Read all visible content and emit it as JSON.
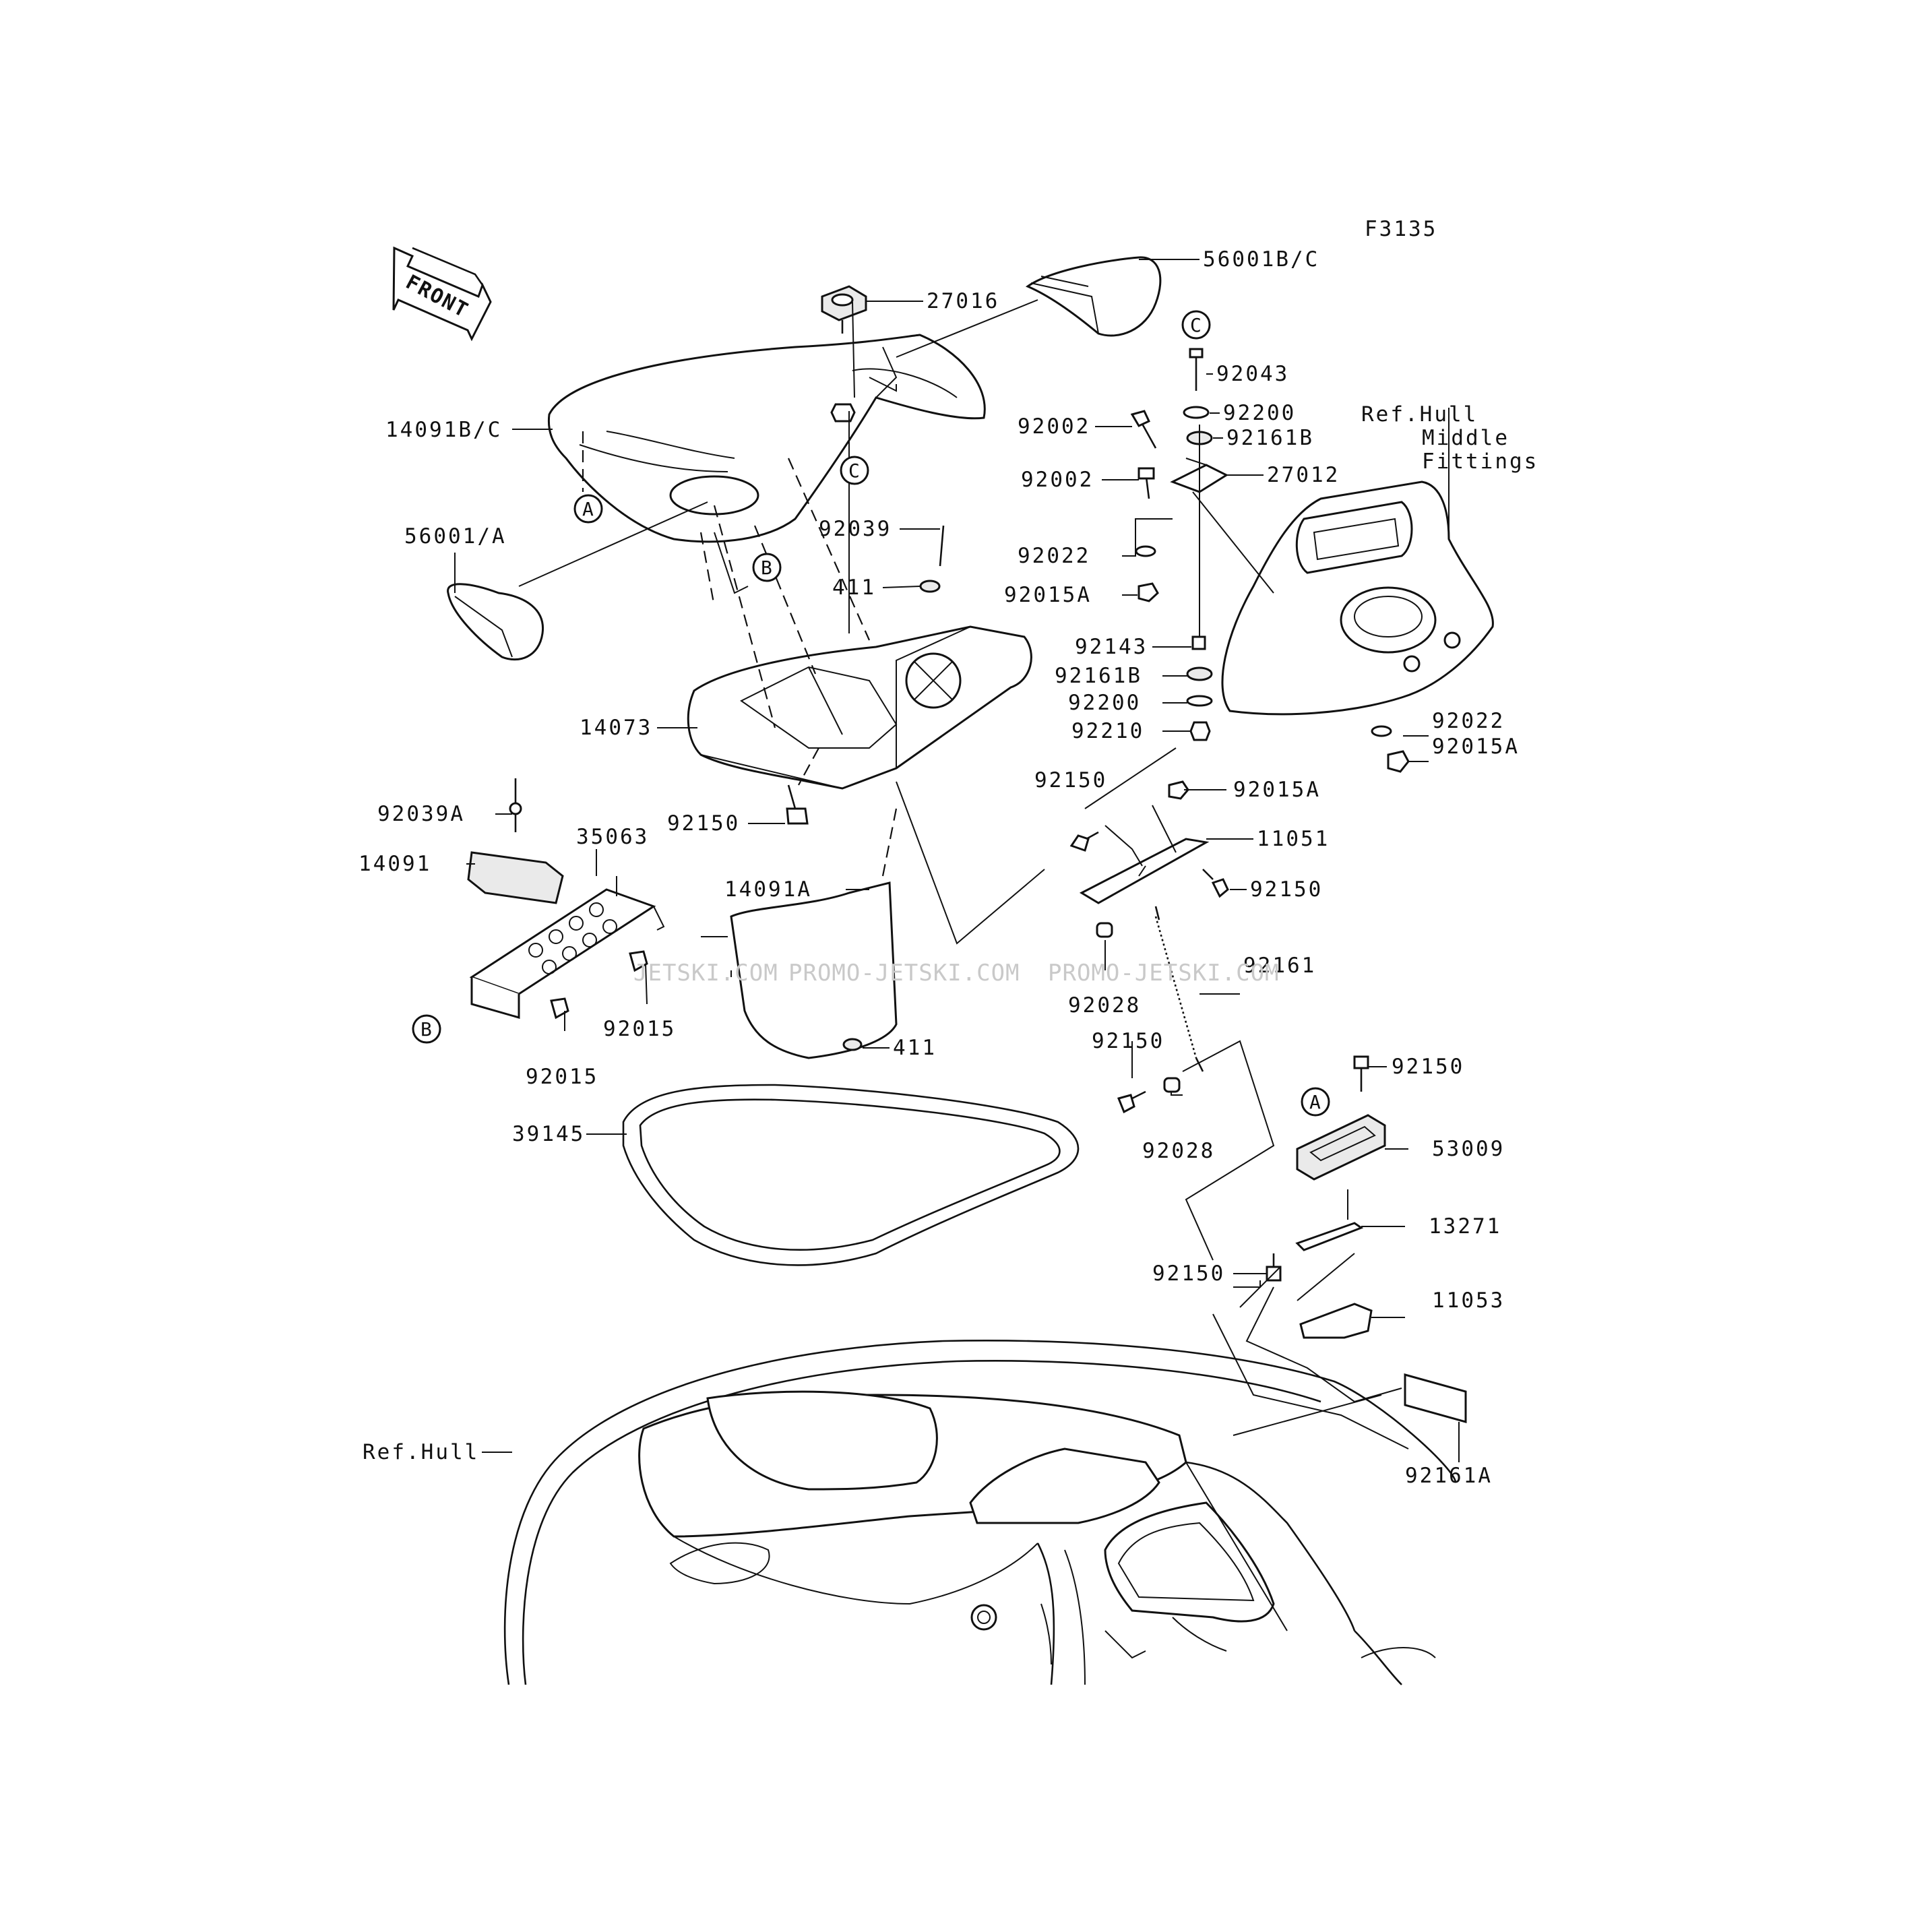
{
  "figure_code": "F3135",
  "front_label": "FRONT",
  "callouts": {
    "a": "A",
    "b": "B",
    "c": "C"
  },
  "labels": {
    "p56001bc": "56001B/C",
    "p27016": "27016",
    "p14091bc": "14091B/C",
    "p56001a": "56001/A",
    "p92039": "92039",
    "p411_top": "411",
    "p14073": "14073",
    "p92150_left": "92150",
    "p92039a": "92039A",
    "p35063": "35063",
    "p14091": "14091",
    "p14091a": "14091A",
    "p92015_right": "92015",
    "p92015_bottom": "92015",
    "p411_bottom": "411",
    "p39145": "39145",
    "ref_hull_bottom": "Ref.Hull",
    "p92043": "92043",
    "p92200_top": "92200",
    "p92161b_top": "92161B",
    "p92002_a": "92002",
    "p92002_b": "92002",
    "p27012": "27012",
    "p92022_left": "92022",
    "p92015a_left": "92015A",
    "p92143": "92143",
    "p92161b_mid": "92161B",
    "p92200_mid": "92200",
    "p92210": "92210",
    "p92150_mid": "92150",
    "p92015a_mid": "92015A",
    "p11051": "11051",
    "p92150_right": "92150",
    "p92028_a": "92028",
    "p92161": "92161",
    "p92150_low": "92150",
    "p92028_b": "92028",
    "p92150_far": "92150",
    "p53009": "53009",
    "p13271": "13271",
    "p92150_bottom": "92150",
    "p11053": "11053",
    "p92161a": "92161A",
    "p92022_right": "92022",
    "p92015a_right": "92015A",
    "ref_hull_line1": "Ref.Hull",
    "ref_hull_line2": "Middle",
    "ref_hull_line3": "Fittings"
  },
  "watermarks": [
    "JETSKI.COM",
    "PROMO-JETSKI.COM",
    "PROMO-JETSKI.COM"
  ]
}
